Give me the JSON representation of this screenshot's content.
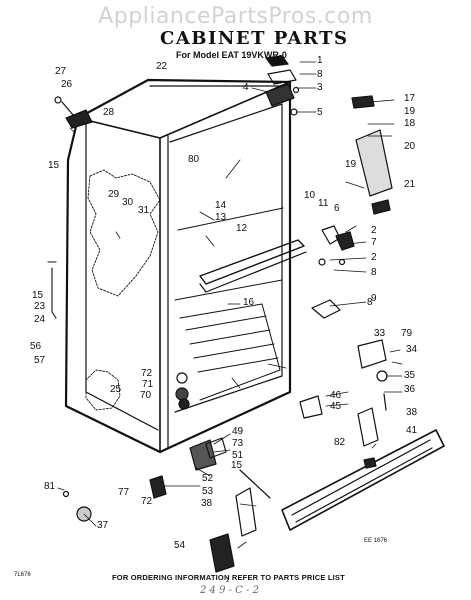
{
  "watermark": "AppliancePartsPros.com",
  "title": "CABINET PARTS",
  "subtitle": "For Model EAT 19VKWR-0",
  "callouts": [
    "1",
    "2",
    "3",
    "4",
    "5",
    "6",
    "7",
    "8",
    "9",
    "10",
    "11",
    "12",
    "13",
    "14",
    "15",
    "16",
    "17",
    "18",
    "19",
    "20",
    "21",
    "22",
    "23",
    "24",
    "25",
    "26",
    "27",
    "28",
    "29",
    "30",
    "31",
    "33",
    "34",
    "35",
    "36",
    "37",
    "38",
    "41",
    "45",
    "46",
    "49",
    "51",
    "52",
    "53",
    "54",
    "56",
    "57",
    "70",
    "71",
    "72",
    "73",
    "77",
    "79",
    "80",
    "81",
    "82"
  ],
  "footer": "FOR ORDERING INFORMATION REFER TO PARTS PRICE LIST",
  "codes": {
    "left": "7L676",
    "right": "EE 1676",
    "page": "2"
  },
  "handwriting": "2 4 9 - C - 2"
}
